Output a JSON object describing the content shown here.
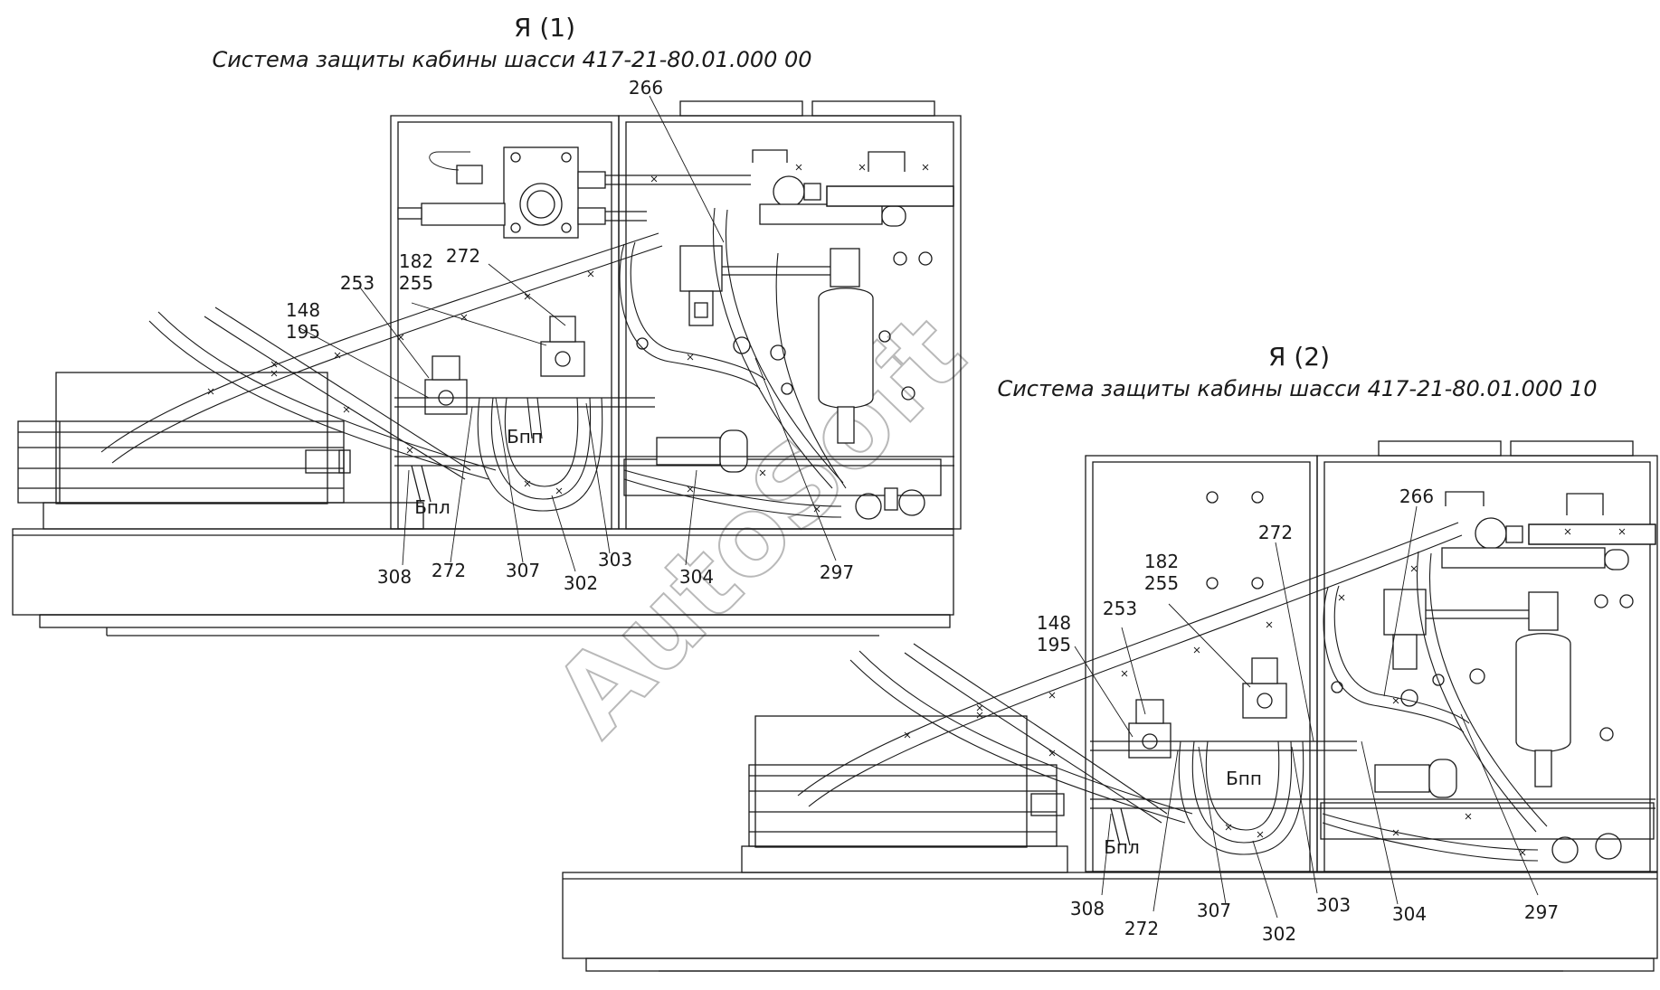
{
  "views": [
    {
      "id": "view1",
      "label": "Я (1)",
      "title": "Система защиты кабины шасси 417-21-80.01.000 00",
      "callouts": {
        "c266": "266",
        "c272_top": "272",
        "c182": "182",
        "c255": "255",
        "c253": "253",
        "c148": "148",
        "c195": "195",
        "c308": "308",
        "c272_bot": "272",
        "c307": "307",
        "c302": "302",
        "c303": "303",
        "c304": "304",
        "c297": "297",
        "bpp": "Бпп",
        "bpl": "Бпл"
      }
    },
    {
      "id": "view2",
      "label": "Я (2)",
      "title": "Система защиты кабины шасси 417-21-80.01.000 10",
      "callouts": {
        "c266": "266",
        "c272_top": "272",
        "c182": "182",
        "c255": "255",
        "c253": "253",
        "c148": "148",
        "c195": "195",
        "c308": "308",
        "c272_bot": "272",
        "c307": "307",
        "c302": "302",
        "c303": "303",
        "c304": "304",
        "c297": "297",
        "bpp": "Бпп",
        "bpl": "Бпл"
      }
    }
  ],
  "watermark": "AutoSoft"
}
